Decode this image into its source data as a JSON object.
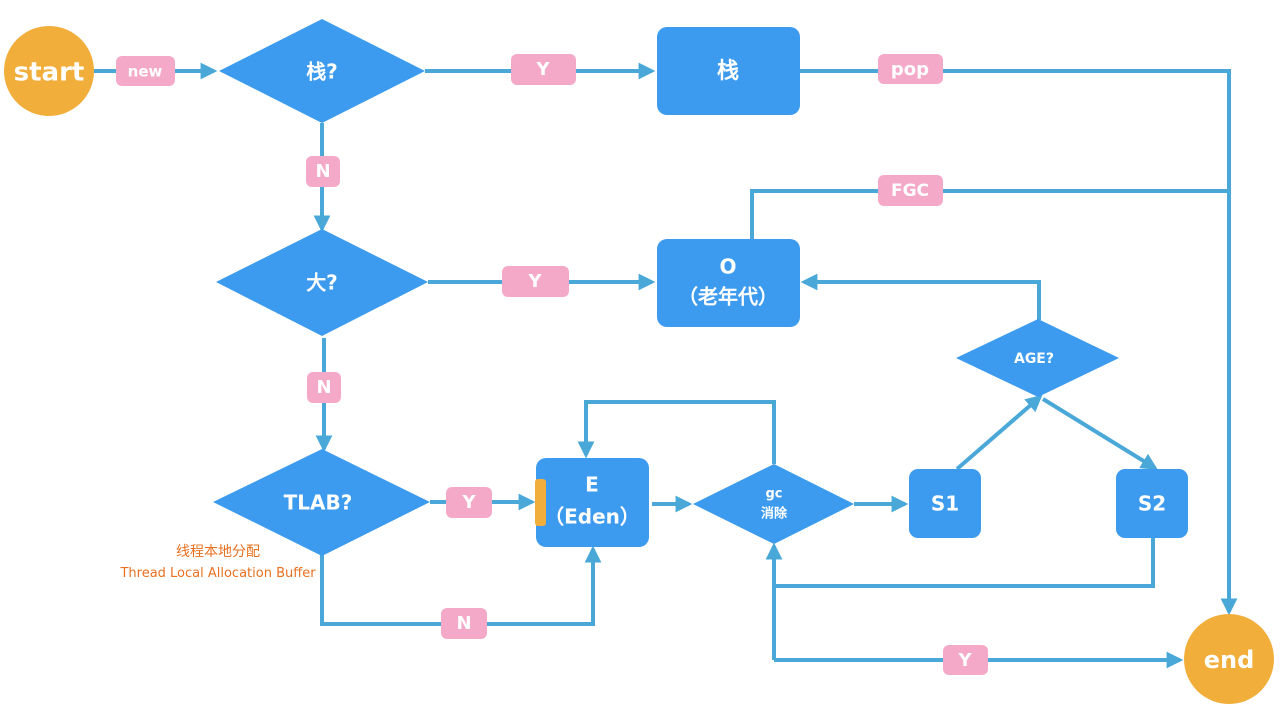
{
  "colors": {
    "edge": "#4AA8D8",
    "box": "#3D9BEF",
    "tag": "#F5A9C8",
    "terminal": "#F2AE3A",
    "note": "#E8701F"
  },
  "nodes": {
    "start": "start",
    "end": "end",
    "stack_q": "栈?",
    "stack_box": "栈",
    "big_q": "大?",
    "old_box_line1": "O",
    "old_box_line2": "（老年代）",
    "tlab_q": "TLAB?",
    "eden_line1": "E",
    "eden_line2": "（Eden）",
    "gc_line1": "gc",
    "gc_line2": "消除",
    "s1": "S1",
    "s2": "S2",
    "age_q": "AGE?"
  },
  "edge_labels": {
    "new": "new",
    "stack_yes": "Y",
    "stack_no": "N",
    "pop": "pop",
    "fgc": "FGC",
    "big_yes": "Y",
    "big_no": "N",
    "tlab_yes": "Y",
    "tlab_no": "N",
    "gc_yes": "Y"
  },
  "tlab_note": {
    "line1": "线程本地分配",
    "line2": "Thread Local Allocation Buffer"
  }
}
